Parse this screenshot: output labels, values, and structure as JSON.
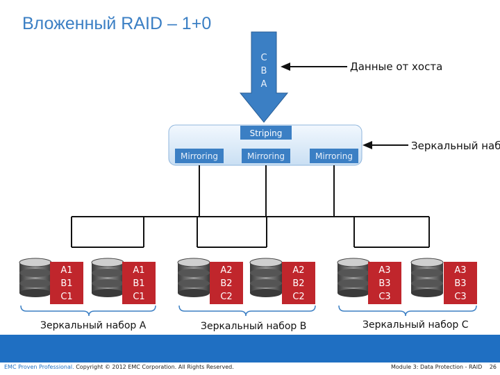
{
  "title": "Вложенный RAID – 1+0",
  "host": {
    "arrow_letters": [
      "С",
      "В",
      "А"
    ],
    "label": "Данные от хоста"
  },
  "controller": {
    "striping": "Striping",
    "mirroring": [
      "Mirroring",
      "Mirroring",
      "Mirroring"
    ],
    "side_label": "Зеркальный набо"
  },
  "disks": [
    [
      "A1",
      "B1",
      "C1"
    ],
    [
      "A1",
      "B1",
      "C1"
    ],
    [
      "A2",
      "B2",
      "C2"
    ],
    [
      "A2",
      "B2",
      "C2"
    ],
    [
      "A3",
      "B3",
      "C3"
    ],
    [
      "A3",
      "B3",
      "C3"
    ]
  ],
  "sets": [
    "Зеркальный набор A",
    "Зеркальный набор B",
    "Зеркальный набор C"
  ],
  "footer": {
    "brand": "EMC Proven Professional.",
    "copyright": "Copyright © 2012 EMC Corporation. All Rights Reserved.",
    "module": "Module 3: Data Protection - RAID",
    "page": "26"
  },
  "colors": {
    "accent": "#3b7fc4",
    "disk_label": "#c0262c",
    "footer_band": "#1f6fc2",
    "controller": "#d4e6f7"
  }
}
